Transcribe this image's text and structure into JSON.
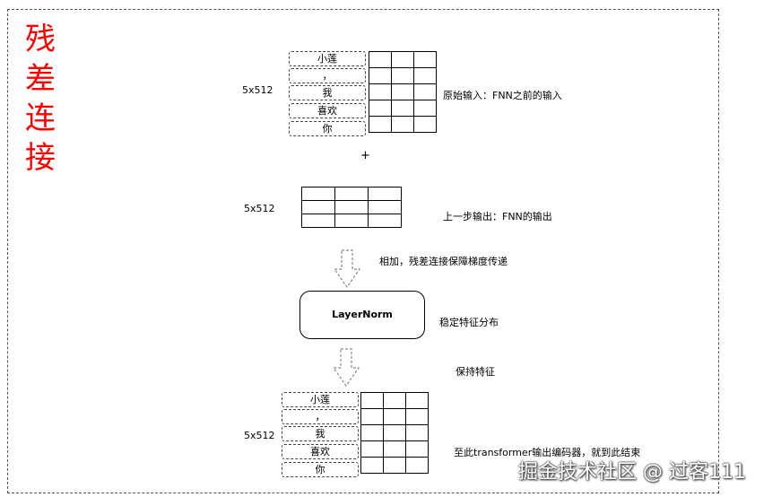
{
  "title_chars": [
    "残",
    "差",
    "连",
    "接"
  ],
  "top_block": {
    "dim": "5x512",
    "tokens": [
      "小莲",
      "，",
      "我",
      "喜欢",
      "你"
    ],
    "label": "原始输入：FNN之前的输入"
  },
  "plus": "+",
  "mid_block": {
    "dim": "5x512",
    "label": "上一步输出：FNN的输出"
  },
  "add_note": "相加，残差连接保障梯度传递",
  "layernorm": {
    "label": "LayerNorm",
    "note": "稳定特征分布"
  },
  "keep_note": "保持特征",
  "bottom_block": {
    "dim": "5x512",
    "tokens": [
      "小莲",
      "，",
      "我",
      "喜欢",
      "你"
    ],
    "label": "至此transformer输出编码器，就到此结束"
  },
  "watermark": "掘金技术社区 @ 过客111",
  "colors": {
    "title": "#ff0000",
    "line": "#000000",
    "dashed": "#555555"
  }
}
